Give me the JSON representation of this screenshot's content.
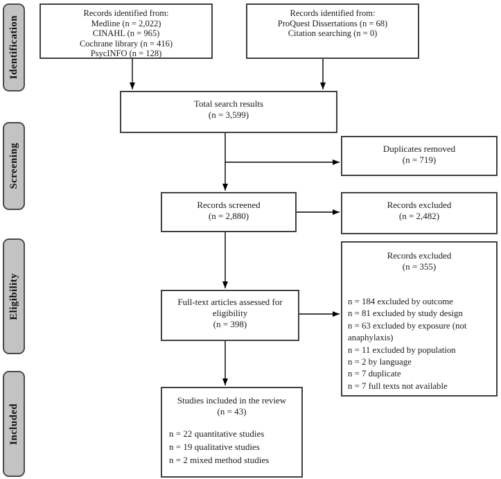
{
  "stages": [
    {
      "label": "Identification"
    },
    {
      "label": "Screening"
    },
    {
      "label": "Eligibility"
    },
    {
      "label": "Included"
    }
  ],
  "boxes": {
    "sources_databases": {
      "lines": [
        "Records identified from:",
        "Medline (n = 2,022)",
        "CINAHL (n = 965)",
        "Cochrane library (n = 416)",
        "PsycINFO (n = 128)"
      ]
    },
    "sources_registers": {
      "lines": [
        "Records identified from:",
        "ProQuest Dissertations (n = 68)",
        "Citation searching (n = 0)"
      ]
    },
    "total_results": {
      "lines": [
        "Total search results",
        "(n = 3,599)"
      ]
    },
    "duplicates_removed": {
      "lines": [
        "Duplicates removed",
        "(n = 719)"
      ]
    },
    "records_screened": {
      "lines": [
        "Records screened",
        "(n = 2,880)"
      ]
    },
    "records_excluded_screening": {
      "lines": [
        "Records excluded",
        "(n = 2,482)"
      ]
    },
    "fulltext_assessed": {
      "lines": [
        "Full-text articles assessed for",
        "eligibility",
        "(n = 398)"
      ]
    },
    "records_excluded_eligibility": {
      "title": "Records excluded",
      "count": "(n = 355)",
      "reasons": [
        "n = 184 excluded by outcome",
        "n = 81 excluded by study design",
        "n = 63 excluded by exposure (not anaphylaxis)",
        "n = 11 excluded by population",
        "n = 2 by language",
        "n = 7 duplicate",
        "n = 7 full texts not available"
      ]
    },
    "studies_included": {
      "title": "Studies included in the review",
      "count": "(n = 43)",
      "breakdown": [
        "n = 22 quantitative studies",
        "n = 19 qualitative studies",
        "n = 2 mixed method studies"
      ]
    }
  },
  "colors": {
    "stage_fill": "#c3c3c3",
    "box_border": "#3f3f3f",
    "arrow": "#000000"
  }
}
